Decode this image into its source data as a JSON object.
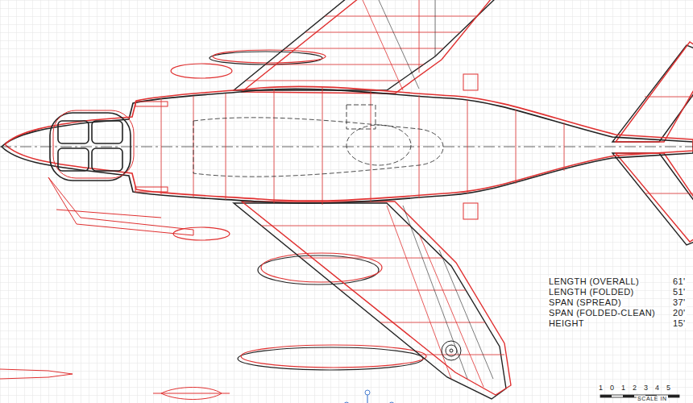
{
  "diagram": {
    "labels": [
      "LENGTH (OVERALL)",
      "61'",
      "LENGTH (FOLDED)",
      "51'",
      "SPAN (SPREAD)",
      "37'",
      "SPAN (FOLDED-CLEAN)",
      "20'",
      "HEIGHT",
      "15'",
      "1",
      "0",
      "1",
      "2",
      "3",
      "4",
      "5",
      "SCALE IN"
    ]
  }
}
